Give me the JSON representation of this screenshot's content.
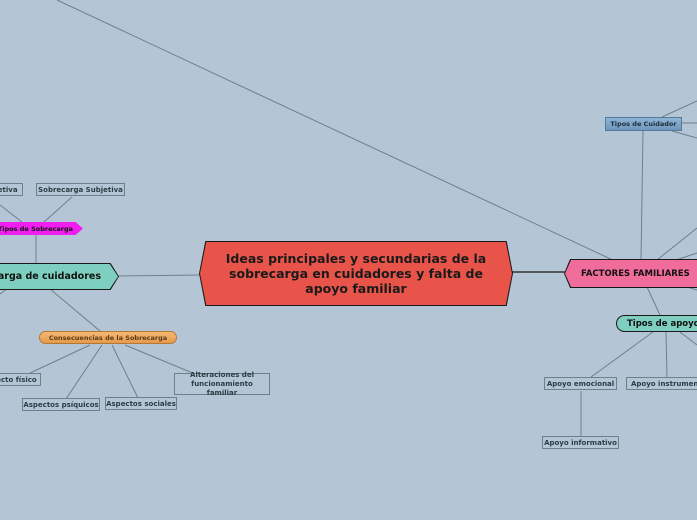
{
  "central": {
    "label": "Ideas principales y secundarias de la sobrecarga en cuidadores y falta de apoyo familiar",
    "color": "#e8544a"
  },
  "left_branch": {
    "main": {
      "label": "Sobrecarga de cuidadores",
      "visible_label": "carga de cuidadores",
      "color": "#7fcfc0"
    },
    "tipos_sobrecarga": {
      "label": "Tipos de Sobrecarga",
      "color": "#f01ff0",
      "children": [
        {
          "label": "Sobrecarga Objetiva",
          "visible_label": "jetiva"
        },
        {
          "label": "Sobrecarga Subjetiva"
        }
      ]
    },
    "consecuencias": {
      "label": "Consecuencias de la Sobrecarga",
      "color": "#e59a4d",
      "children": [
        {
          "label": "Aspecto físico",
          "visible_label": "ecto físico"
        },
        {
          "label": "Aspectos psíquicos"
        },
        {
          "label": "Aspectos sociales"
        },
        {
          "label": "Alteraciones del funcionamiento familiar"
        }
      ]
    }
  },
  "right_branch": {
    "main": {
      "label": "FACTORES FAMILIARES",
      "color": "#f06c9a"
    },
    "tipos_cuidador": {
      "label": "Tipos de Cuidador",
      "color": "#7fa5c9"
    },
    "tipos_apoyo": {
      "label": "Tipos de apoyo",
      "color": "#7fcfc0",
      "children": [
        {
          "label": "Apoyo emocional",
          "children": [
            {
              "label": "Apoyo informativo"
            }
          ]
        },
        {
          "label": "Apoyo instrumental",
          "visible_label": "Apoyo instrumenta"
        }
      ]
    }
  },
  "colors": {
    "background": "#b4c6d5",
    "link": "#6f7f8c"
  }
}
